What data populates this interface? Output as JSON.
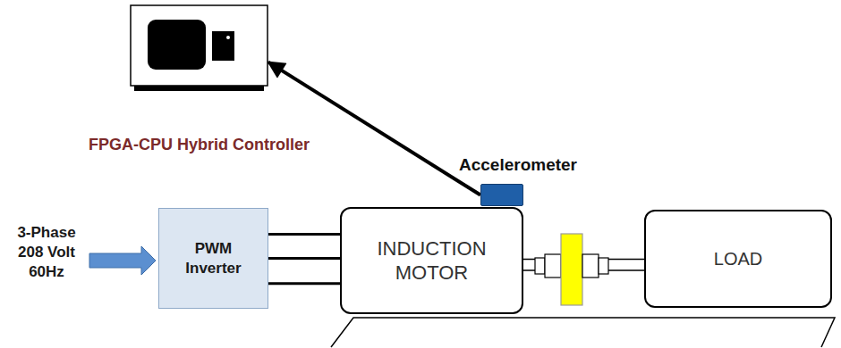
{
  "diagram": {
    "nodes": [
      {
        "text": [
          "FPGA-CPU Hybrid Controller"
        ]
      },
      {
        "text": [
          "PWM Inverter"
        ]
      },
      {
        "text": [
          "Accelerometer"
        ]
      },
      {
        "text": [
          "INDUCTION MOTOR"
        ]
      },
      {
        "text": [
          "LOAD"
        ]
      }
    ],
    "edges": [
      {
        "from": 2,
        "to": 0,
        "arrow": "to"
      },
      {
        "from": 1,
        "to": 3,
        "arrow": "none"
      },
      {
        "from": 1,
        "to": 3,
        "arrow": "none"
      },
      {
        "from": 1,
        "to": 3,
        "arrow": "none"
      },
      {
        "from": 3,
        "to": 4,
        "arrow": "none"
      }
    ],
    "labels": [
      "3-Phase 208 Volt 60Hz"
    ]
  }
}
